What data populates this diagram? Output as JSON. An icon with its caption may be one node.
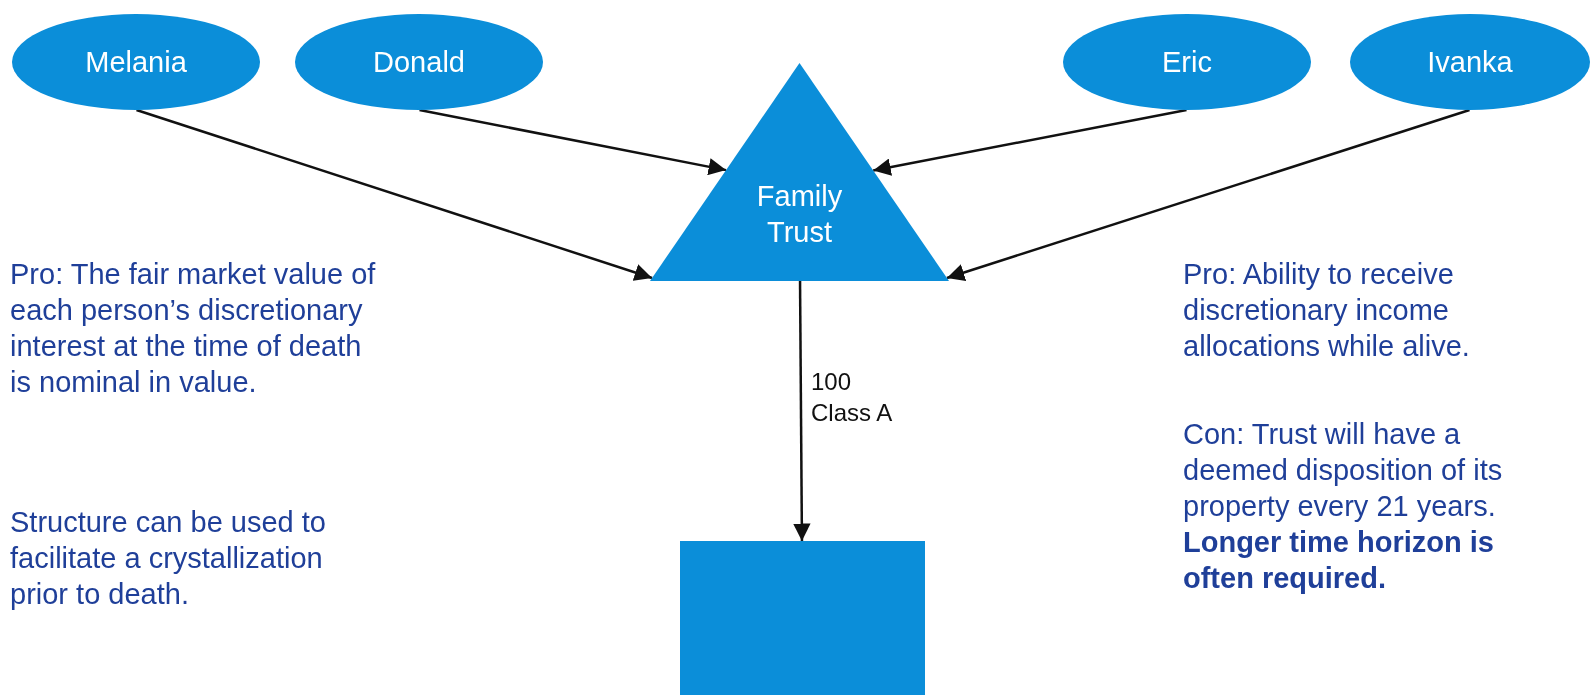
{
  "diagram": {
    "nodes": [
      {
        "text": [
          "Melania"
        ]
      },
      {
        "text": [
          "Donald"
        ]
      },
      {
        "text": [
          "Eric"
        ]
      },
      {
        "text": [
          "Ivanka"
        ]
      },
      {
        "text": [
          "Family Trust"
        ]
      },
      {
        "text": [],
        "shape": "box"
      }
    ],
    "edges": [
      {
        "from": 0,
        "to": 4,
        "arrow": "to"
      },
      {
        "from": 1,
        "to": 4,
        "arrow": "to"
      },
      {
        "from": 2,
        "to": 4,
        "arrow": "to"
      },
      {
        "from": 3,
        "to": 4,
        "arrow": "to"
      },
      {
        "from": 4,
        "to": 5,
        "arrow": "to",
        "label": "100 Class A"
      }
    ],
    "labels": [
      "Pro: The fair market value of each person’s discretionary interest at the time of death is nominal in value.",
      "Structure can be used to facilitate a crystallization prior to death.",
      "Pro: Ability to receive discretionary income allocations while alive.",
      "Con: Trust will have a deemed disposition of its property every 21 years.  **Longer time horizon is often required.**"
    ]
  }
}
